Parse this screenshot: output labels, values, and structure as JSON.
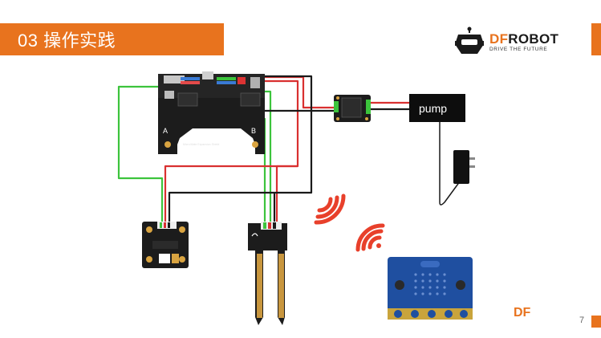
{
  "header": {
    "title": "03  操作实践"
  },
  "logo": {
    "brand_prefix": "DF",
    "brand_suffix": "ROBOT",
    "tagline": "DRIVE THE FUTURE"
  },
  "diagram": {
    "board_title": "DFROBOT",
    "board_subtitle": "Micro:Mate Expansion Shield",
    "port_a": "A",
    "port_b": "B",
    "pump_label": "pump"
  },
  "footer": {
    "brand": "DF",
    "page_number": "7"
  },
  "colors": {
    "accent": "#e8731e",
    "wire_green": "#3cc43c",
    "wire_red": "#d93030",
    "wire_black": "#1a1a1a",
    "signal_red": "#e8402b",
    "microbit_blue": "#1f4fa0"
  }
}
